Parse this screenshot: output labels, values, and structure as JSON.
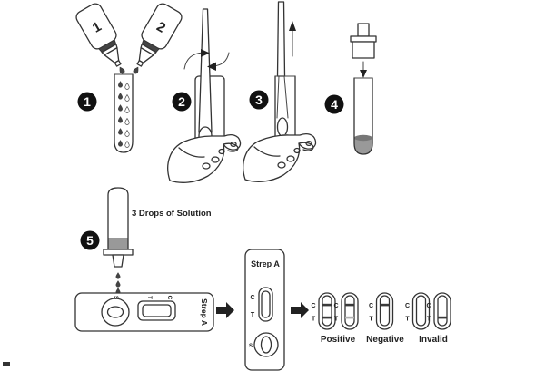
{
  "colors": {
    "ink": "#333333",
    "badge_bg": "#111111",
    "badge_text": "#ffffff",
    "liquid_gray": "#999999",
    "liquid_gray_dark": "#777777",
    "result_line_dark": "#3a3a3a",
    "result_line_faint": "#b0b0b0"
  },
  "steps": {
    "badges": [
      "1",
      "2",
      "3",
      "4",
      "5"
    ]
  },
  "step1": {
    "bottle_labels": [
      "1",
      "2"
    ]
  },
  "step5": {
    "note": "3 Drops of Solution"
  },
  "flat_cassette": {
    "name": "Strep A",
    "control_label": "C",
    "test_label": "T",
    "sample_label": "S"
  },
  "upright_cassette": {
    "name": "Strep A",
    "control_label": "C",
    "test_label": "T",
    "sample_label": "S"
  },
  "results": {
    "control_label": "C",
    "test_label": "T",
    "groups": [
      {
        "label": "Positive",
        "windows": [
          {
            "c": "dark",
            "t": "dark"
          },
          {
            "c": "dark",
            "t": "faint"
          }
        ]
      },
      {
        "label": "Negative",
        "windows": [
          {
            "c": "dark",
            "t": "none"
          }
        ]
      },
      {
        "label": "Invalid",
        "windows": [
          {
            "c": "none",
            "t": "none"
          },
          {
            "c": "none",
            "t": "dark"
          }
        ]
      }
    ]
  }
}
